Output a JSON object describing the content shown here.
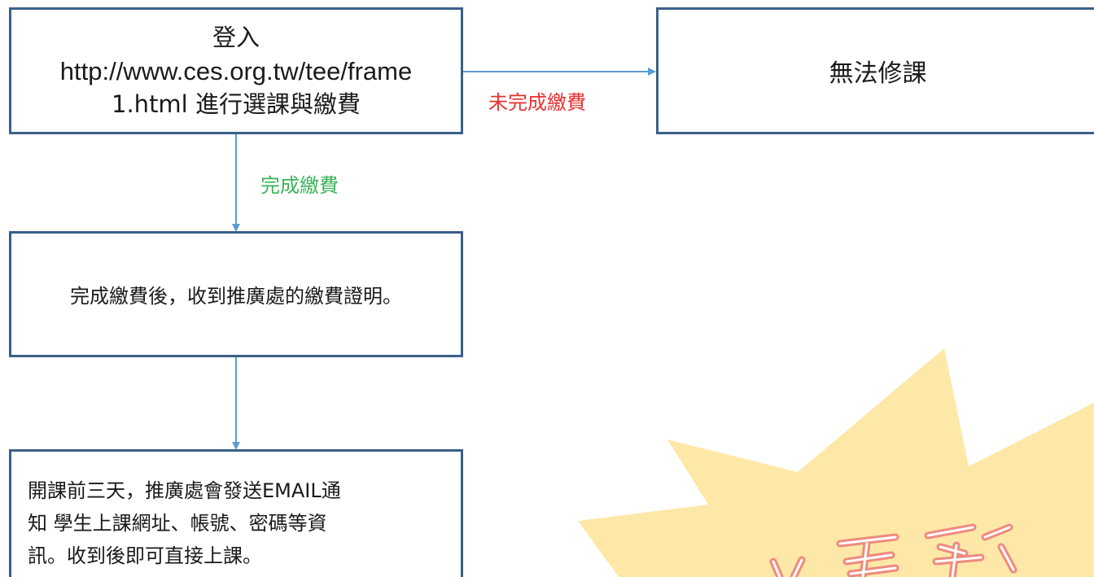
{
  "flowchart": {
    "login_box": {
      "line1": "登入",
      "line2": "http://www.ces.org.tw/tee/frame",
      "line3": "1.html 進行選課與繳費"
    },
    "fail_box": {
      "text": "無法修課"
    },
    "receipt_box": {
      "text": "完成繳費後，收到推廣處的繳費證明。"
    },
    "email_box": {
      "line1": "開課前三天，推廣處會發送EMAIL通",
      "line2": "知 學生上課網址、帳號、密碼等資",
      "line3": "訊。收到後即可直接上課。"
    },
    "edge_labels": {
      "unpaid": "未完成繳費",
      "paid": "完成繳費"
    }
  },
  "colors": {
    "box_border": "#3a5f8a",
    "arrow": "#5b9bd5",
    "unpaid_label": "#e8312f",
    "paid_label": "#3cb35a",
    "starburst_fill": "#fde8a8",
    "starburst_text": "#f08a7e"
  }
}
